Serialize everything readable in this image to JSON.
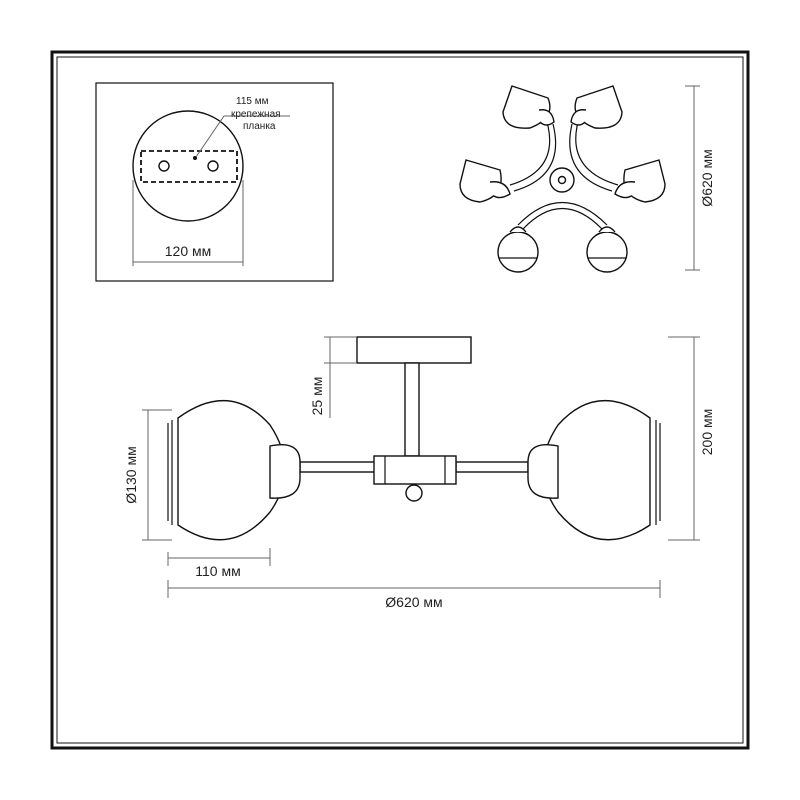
{
  "diagram": {
    "mount": {
      "label_115": "115 мм",
      "label_bracket": "крепежная",
      "label_bracket2": "планка",
      "label_120": "120 мм"
    },
    "top_view": {
      "label_diameter": "Ø620 мм"
    },
    "side_view": {
      "label_25": "25 мм",
      "label_200": "200 мм",
      "label_130": "Ø130 мм",
      "label_110": "110 мм",
      "label_620": "Ø620 мм"
    }
  }
}
